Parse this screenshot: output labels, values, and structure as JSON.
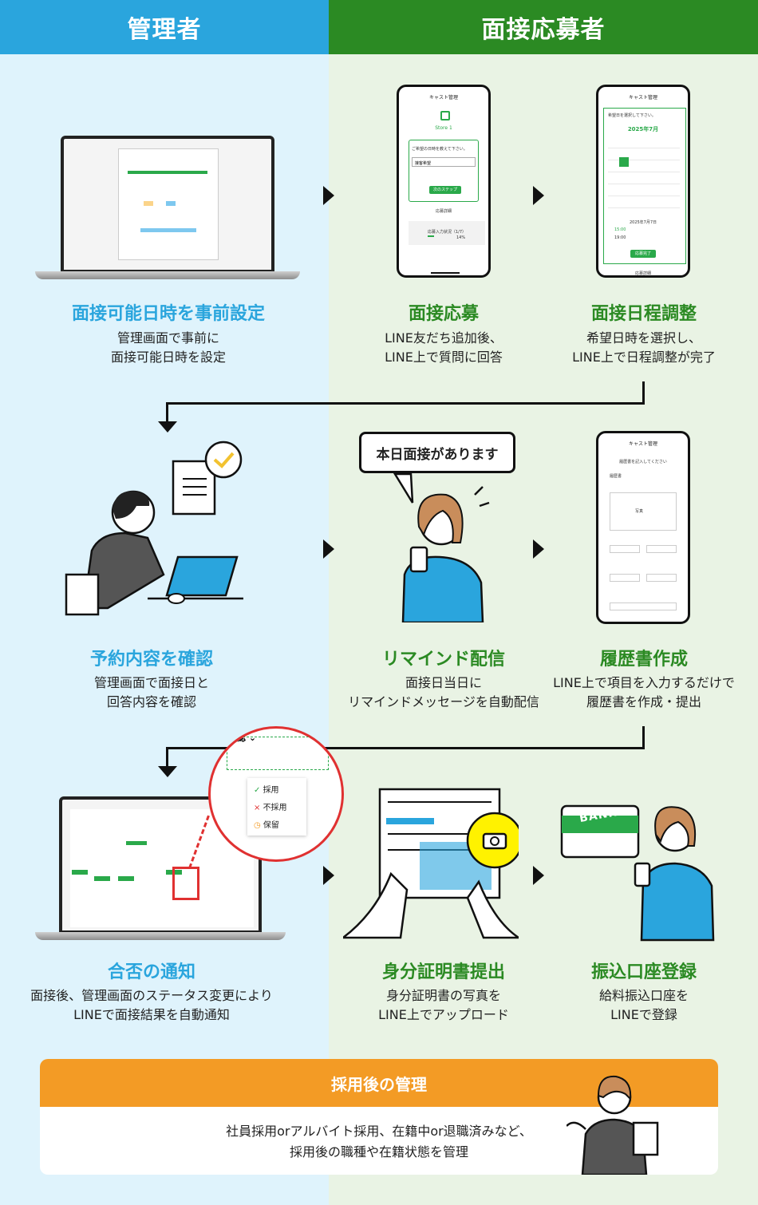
{
  "header": {
    "left_label": "管理者",
    "right_label": "面接応募者"
  },
  "steps": [
    {
      "title": "面接可能日時を事前設定",
      "desc1": "管理画面で事前に",
      "desc2": "面接可能日時を設定"
    },
    {
      "title": "面接応募",
      "desc1": "LINE友だち追加後、",
      "desc2": "LINE上で質問に回答"
    },
    {
      "title": "面接日程調整",
      "desc1": "希望日時を選択し、",
      "desc2": "LINE上で日程調整が完了"
    },
    {
      "title": "予約内容を確認",
      "desc1": "管理画面で面接日と",
      "desc2": "回答内容を確認"
    },
    {
      "title": "リマインド配信",
      "desc1": "面接日当日に",
      "desc2": "リマインドメッセージを自動配信"
    },
    {
      "title": "履歴書作成",
      "desc1": "LINE上で項目を入力するだけで",
      "desc2": "履歴書を作成・提出"
    },
    {
      "title": "合否の通知",
      "desc1": "面接後、管理画面のステータス変更により",
      "desc2": "LINEで面接結果を自動通知"
    },
    {
      "title": "身分証明書提出",
      "desc1": "身分証明書の写真を",
      "desc2": "LINE上でアップロード"
    },
    {
      "title": "振込口座登録",
      "desc1": "給料振込口座を",
      "desc2": "LINEで登録"
    }
  ],
  "bubble": {
    "text": "本日面接があります"
  },
  "phones": {
    "apply": {
      "title": "キャスト管理",
      "store": "Store 1",
      "question": "ご希望の日時を教えて下さい。",
      "select": "接客希望",
      "next": "次のステップ",
      "detail": "応募詳細",
      "progress": "応募入力状況（1/7）",
      "percent": "14%"
    },
    "schedule": {
      "title": "キャスト管理",
      "prompt": "希望日を選択して下さい。",
      "month": "2025年7月",
      "selected": "2025年7月7日",
      "time1": "15:00",
      "time2": "19:00",
      "done": "応募完了",
      "detail": "応募詳細"
    },
    "resume": {
      "title": "キャスト管理",
      "prompt": "履歴書を記入してください",
      "doc": "履歴書",
      "photo": "写真"
    }
  },
  "zoom": {
    "button": "採用確認",
    "opt1": "採用",
    "opt2": "不採用",
    "opt3": "保留"
  },
  "bank": {
    "label": "BANK"
  },
  "final": {
    "title": "採用後の管理",
    "line1": "社員採用orアルバイト採用、在籍中or退職済みなど、",
    "line2": "採用後の職種や在籍状態を管理"
  },
  "colors": {
    "blue": "#2aa5dd",
    "green": "#2b8a23",
    "orange": "#f39b25",
    "red": "#e03131"
  }
}
